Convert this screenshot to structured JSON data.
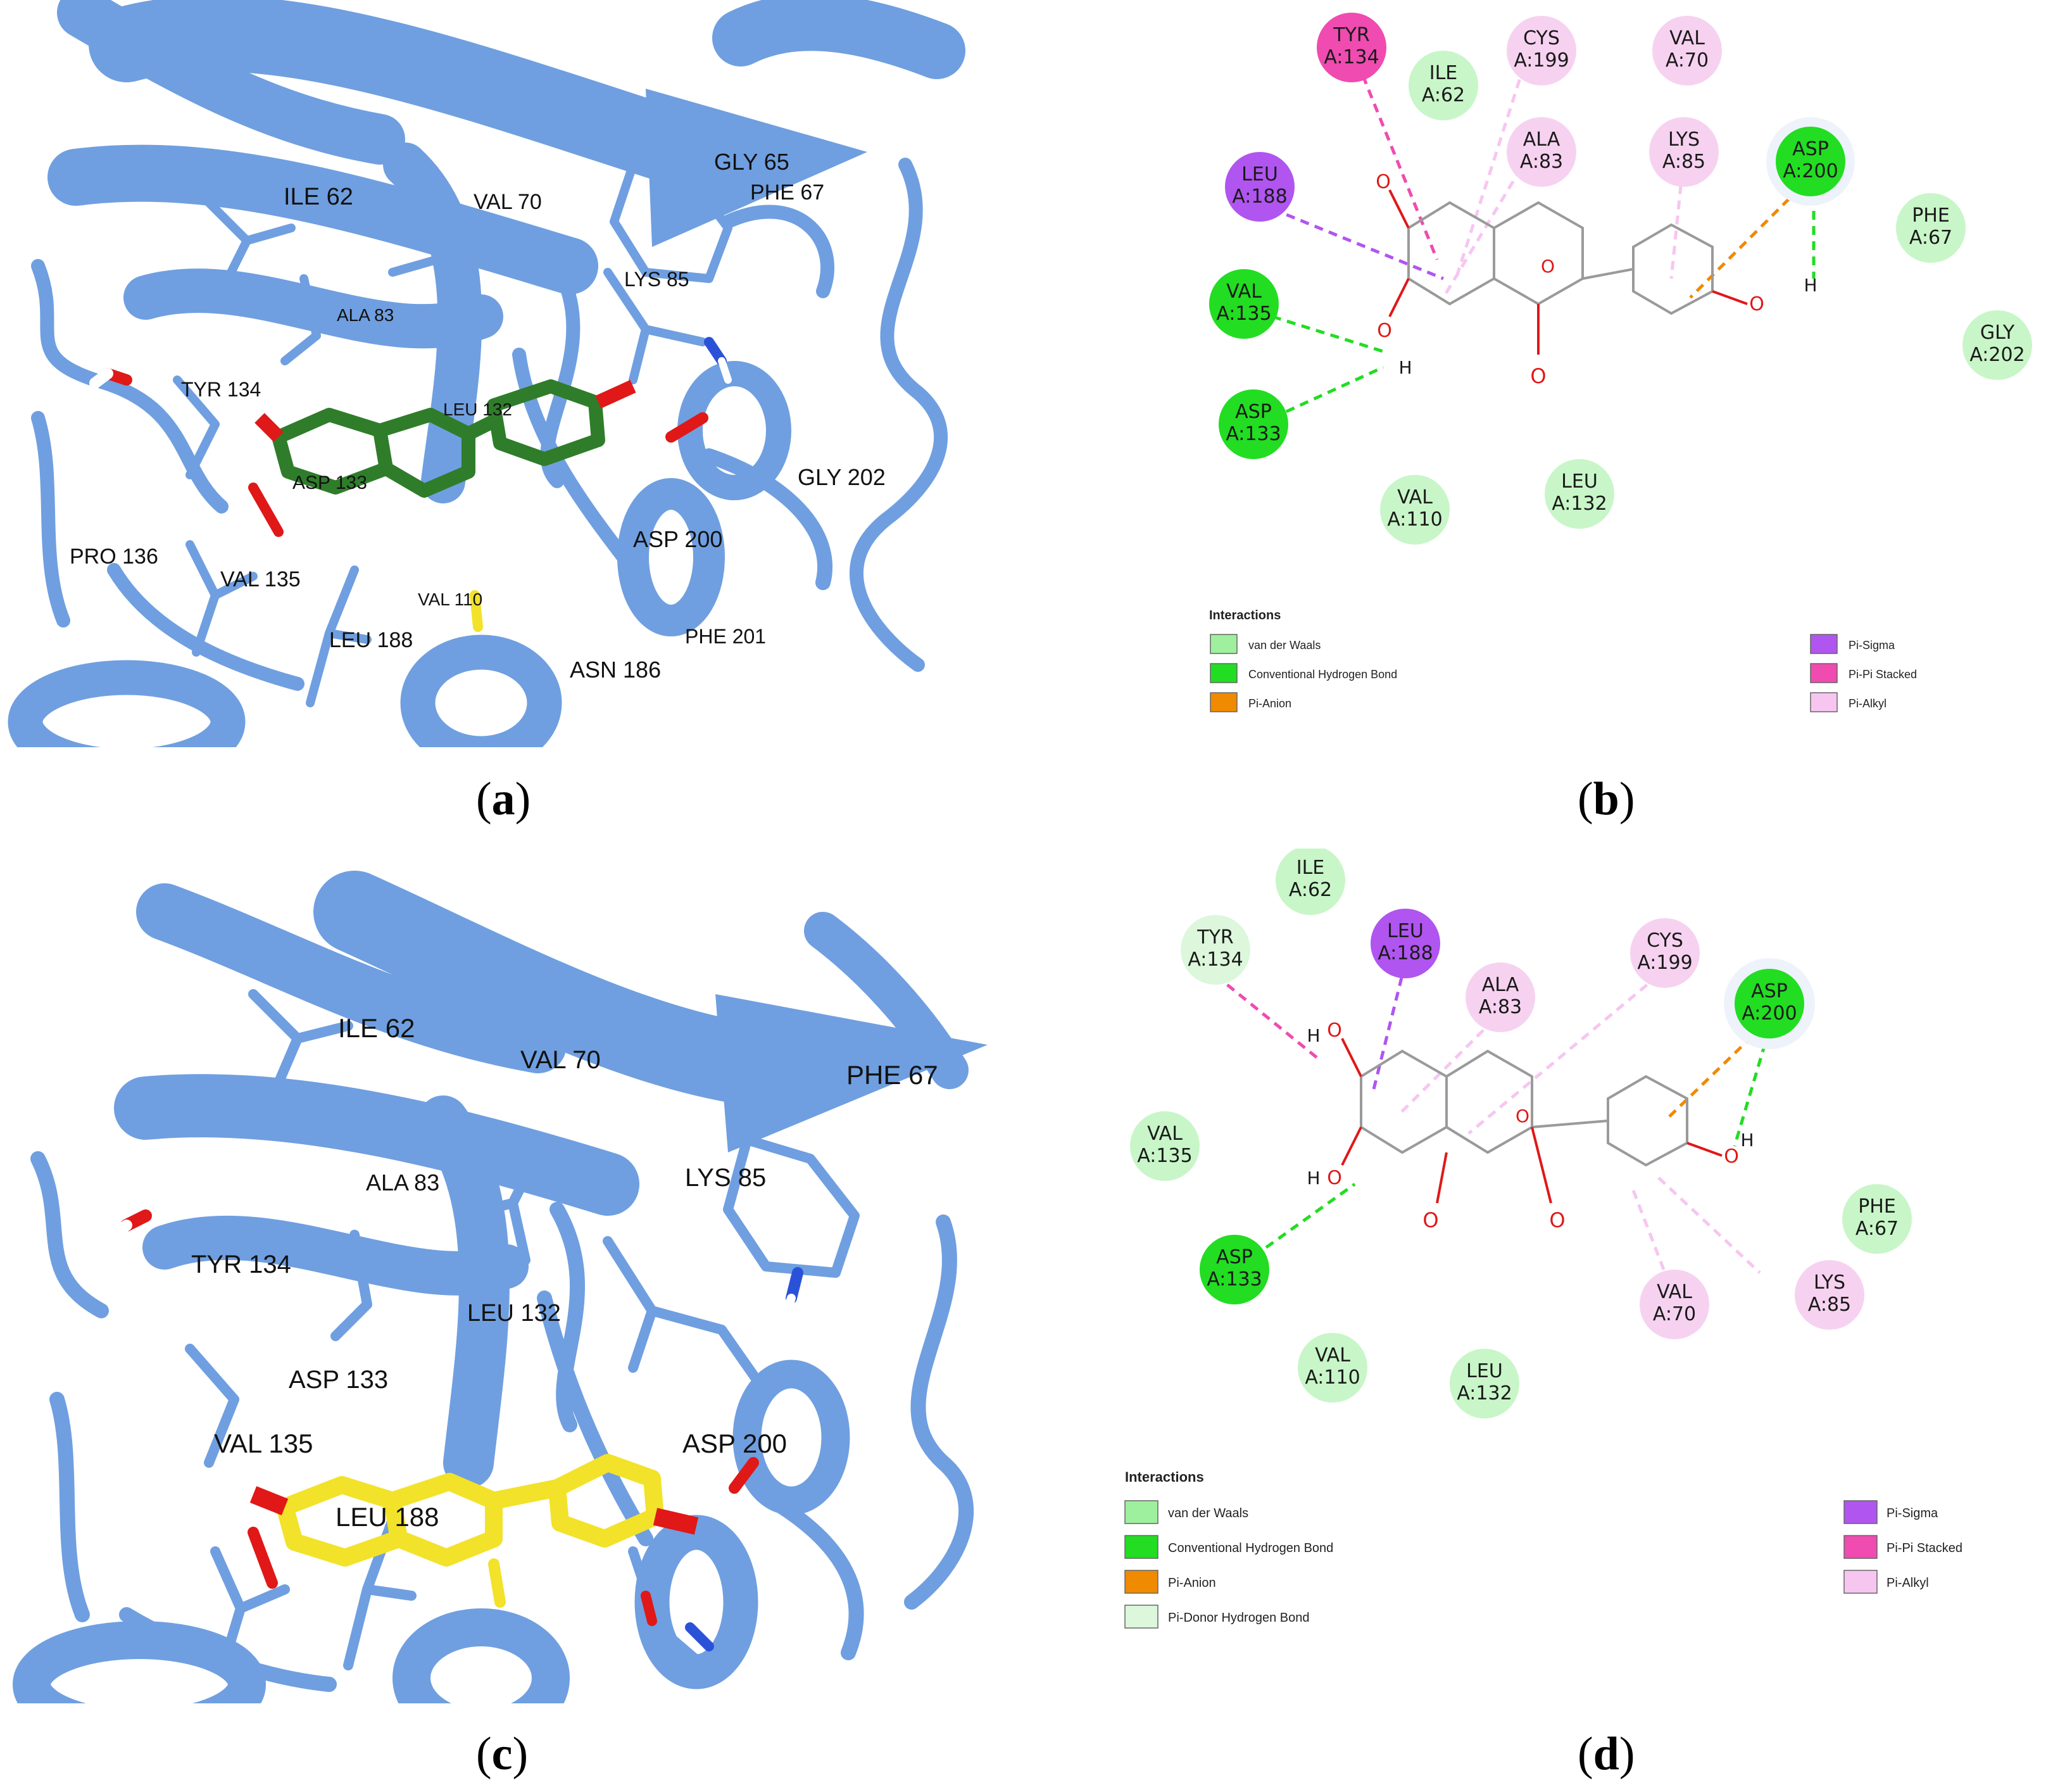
{
  "panels": {
    "a": {
      "caption_open": "(",
      "caption_letter": "a",
      "caption_close": ")",
      "residue_labels": [
        "GLY 65",
        "PHE 67",
        "ILE 62",
        "VAL 70",
        "LYS 85",
        "ALA 83",
        "TYR 134",
        "LEU 132",
        "ASP 133",
        "GLY 202",
        "ASP 200",
        "PRO 136",
        "VAL 135",
        "VAL 110",
        "LEU 188",
        "PHE 201",
        "ASN 186"
      ]
    },
    "b": {
      "caption_open": "(",
      "caption_letter": "b",
      "caption_close": ")",
      "residues": [
        {
          "name": "TYR",
          "id": "A:134",
          "type": "pi-pi-stacked"
        },
        {
          "name": "ILE",
          "id": "A:62",
          "type": "van-der-waals"
        },
        {
          "name": "CYS",
          "id": "A:199",
          "type": "pi-alkyl"
        },
        {
          "name": "VAL",
          "id": "A:70",
          "type": "pi-alkyl"
        },
        {
          "name": "ALA",
          "id": "A:83",
          "type": "pi-alkyl"
        },
        {
          "name": "LYS",
          "id": "A:85",
          "type": "pi-alkyl"
        },
        {
          "name": "ASP",
          "id": "A:200",
          "type": "conventional-h-bond"
        },
        {
          "name": "LEU",
          "id": "A:188",
          "type": "pi-sigma"
        },
        {
          "name": "PHE",
          "id": "A:67",
          "type": "van-der-waals"
        },
        {
          "name": "VAL",
          "id": "A:135",
          "type": "conventional-h-bond"
        },
        {
          "name": "GLY",
          "id": "A:202",
          "type": "van-der-waals"
        },
        {
          "name": "ASP",
          "id": "A:133",
          "type": "conventional-h-bond"
        },
        {
          "name": "VAL",
          "id": "A:110",
          "type": "van-der-waals"
        },
        {
          "name": "LEU",
          "id": "A:132",
          "type": "van-der-waals"
        }
      ],
      "atoms": {
        "O": "O",
        "H": "H"
      },
      "legend": {
        "title": "Interactions",
        "items": [
          {
            "label": "van der Waals",
            "color": "#9ef09e"
          },
          {
            "label": "Conventional Hydrogen Bond",
            "color": "#22dd22"
          },
          {
            "label": "Pi-Anion",
            "color": "#f08a00"
          },
          {
            "label": "Pi-Sigma",
            "color": "#b055f0"
          },
          {
            "label": "Pi-Pi Stacked",
            "color": "#ef4bb0"
          },
          {
            "label": "Pi-Alkyl",
            "color": "#f6c6f0"
          }
        ]
      }
    },
    "c": {
      "caption_open": "(",
      "caption_letter": "c",
      "caption_close": ")",
      "residue_labels": [
        "ILE 62",
        "VAL 70",
        "PHE 67",
        "ALA 83",
        "LYS 85",
        "TYR 134",
        "LEU 132",
        "ASP 133",
        "VAL 135",
        "ASP 200",
        "LEU 188"
      ]
    },
    "d": {
      "caption_open": "(",
      "caption_letter": "d",
      "caption_close": ")",
      "residues": [
        {
          "name": "ILE",
          "id": "A:62",
          "type": "van-der-waals"
        },
        {
          "name": "TYR",
          "id": "A:134",
          "type": "pi-donor-h-bond"
        },
        {
          "name": "LEU",
          "id": "A:188",
          "type": "pi-sigma"
        },
        {
          "name": "CYS",
          "id": "A:199",
          "type": "pi-alkyl"
        },
        {
          "name": "ALA",
          "id": "A:83",
          "type": "pi-alkyl"
        },
        {
          "name": "ASP",
          "id": "A:200",
          "type": "conventional-h-bond"
        },
        {
          "name": "VAL",
          "id": "A:135",
          "type": "van-der-waals"
        },
        {
          "name": "PHE",
          "id": "A:67",
          "type": "van-der-waals"
        },
        {
          "name": "ASP",
          "id": "A:133",
          "type": "conventional-h-bond"
        },
        {
          "name": "VAL",
          "id": "A:70",
          "type": "pi-alkyl"
        },
        {
          "name": "LYS",
          "id": "A:85",
          "type": "pi-alkyl"
        },
        {
          "name": "VAL",
          "id": "A:110",
          "type": "van-der-waals"
        },
        {
          "name": "LEU",
          "id": "A:132",
          "type": "van-der-waals"
        }
      ],
      "atoms": {
        "O": "O",
        "H": "H"
      },
      "legend": {
        "title": "Interactions",
        "items": [
          {
            "label": "van der Waals",
            "color": "#9ef09e"
          },
          {
            "label": "Conventional Hydrogen Bond",
            "color": "#22dd22"
          },
          {
            "label": "Pi-Anion",
            "color": "#f08a00"
          },
          {
            "label": "Pi-Donor Hydrogen Bond",
            "color": "#dcf7dc"
          },
          {
            "label": "Pi-Sigma",
            "color": "#b055f0"
          },
          {
            "label": "Pi-Pi Stacked",
            "color": "#ef4bb0"
          },
          {
            "label": "Pi-Alkyl",
            "color": "#f6c6f0"
          }
        ]
      }
    }
  },
  "colors": {
    "ribbon": "#6f9fe0",
    "ribbon_dark": "#4d7fc4",
    "ligand_a": "#2f7d2a",
    "ligand_c": "#f2e22a",
    "oxygen": "#e01818",
    "nitrogen": "#2a52d9",
    "bond_gray": "#9a9a9a"
  }
}
